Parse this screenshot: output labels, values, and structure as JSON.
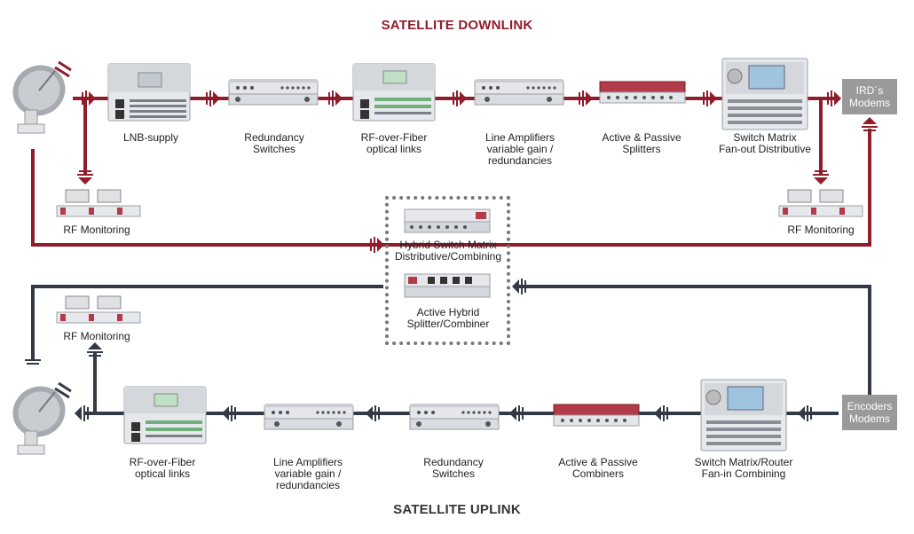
{
  "titles": {
    "downlink": "SATELLITE DOWNLINK",
    "uplink": "SATELLITE UPLINK"
  },
  "downlink_components": [
    {
      "label": "LNB-supply",
      "icon": "lnb-supply-rack-icon"
    },
    {
      "label": "Redundancy\nSwitches",
      "icon": "redundancy-switch-unit-icon"
    },
    {
      "label": "RF-over-Fiber\noptical links",
      "icon": "rf-over-fiber-rack-icon"
    },
    {
      "label": "Line Amplifiers\nvariable gain /\nredundancies",
      "icon": "line-amplifier-unit-icon"
    },
    {
      "label": "Active & Passive\nSplitters",
      "icon": "splitter-unit-icon"
    },
    {
      "label": "Switch Matrix\nFan-out Distributive",
      "icon": "switch-matrix-rack-icon"
    }
  ],
  "uplink_components": [
    {
      "label": "RF-over-Fiber\noptical links",
      "icon": "rf-over-fiber-rack-icon"
    },
    {
      "label": "Line Amplifiers\nvariable gain /\nredundancies",
      "icon": "line-amplifier-unit-icon"
    },
    {
      "label": "Redundancy\nSwitches",
      "icon": "redundancy-switch-unit-icon"
    },
    {
      "label": "Active & Passive\nCombiners",
      "icon": "combiner-unit-icon"
    },
    {
      "label": "Switch Matrix/Router\nFan-in Combining",
      "icon": "switch-matrix-rack-icon"
    }
  ],
  "monitoring": {
    "left_top": "RF Monitoring",
    "right_top": "RF Monitoring",
    "left_bottom": "RF Monitoring"
  },
  "hybrid": {
    "switch_matrix": "Hybrid Switch Matrix\nDistributive/Combining",
    "splitter_combiner": "Active Hybrid\nSplitter/Combiner"
  },
  "endpoints": {
    "ird_modems": "IRD´s\nModems",
    "encoders_modems": "Encoders\nModems"
  },
  "colors": {
    "downlink_line": "#8f1d2c",
    "uplink_line": "#333a46",
    "title": "#8f1d2c",
    "uplink_title": "#333333",
    "endpoint_box": "#9a9a9a"
  },
  "icons": [
    "satellite-dish-icon",
    "rf-monitoring-units-icon",
    "hybrid-switch-matrix-icon",
    "active-hybrid-splitter-icon"
  ]
}
